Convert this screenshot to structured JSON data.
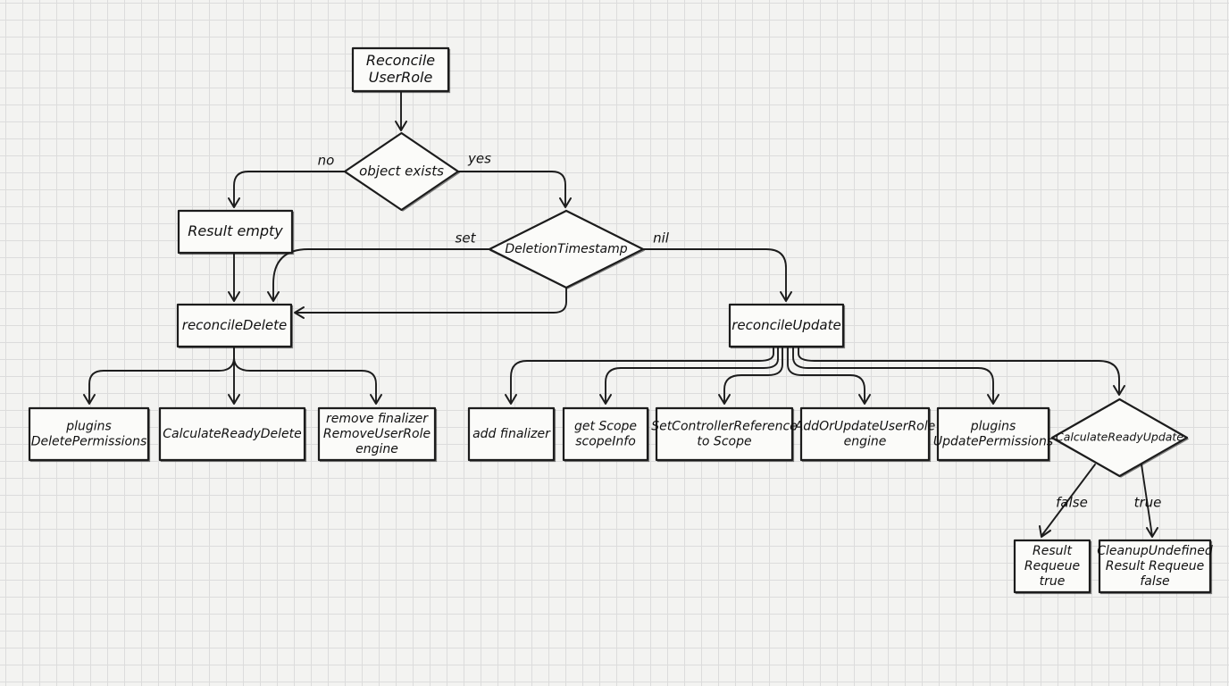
{
  "diagram": {
    "nodes": {
      "reconcile_userrole": {
        "lines": [
          "Reconcile",
          "UserRole"
        ]
      },
      "object_exists": {
        "lines": [
          "object exists"
        ]
      },
      "result_empty": {
        "lines": [
          "Result empty"
        ]
      },
      "deletion_timestamp": {
        "lines": [
          "DeletionTimestamp"
        ]
      },
      "reconcile_delete": {
        "lines": [
          "reconcileDelete"
        ]
      },
      "reconcile_update": {
        "lines": [
          "reconcileUpdate"
        ]
      },
      "plugins_delete_permissions": {
        "lines": [
          "plugins",
          "DeletePermissions"
        ]
      },
      "calculate_ready_delete": {
        "lines": [
          "CalculateReadyDelete"
        ]
      },
      "remove_finalizer": {
        "lines": [
          "remove finalizer",
          "RemoveUserRole",
          "engine"
        ]
      },
      "add_finalizer": {
        "lines": [
          "add finalizer"
        ]
      },
      "get_scope": {
        "lines": [
          "get Scope",
          "scopeInfo"
        ]
      },
      "set_controller_reference": {
        "lines": [
          "SetControllerReference",
          "to Scope"
        ]
      },
      "add_or_update_userrole": {
        "lines": [
          "AddOrUpdateUserRole",
          "engine"
        ]
      },
      "plugins_update_permissions": {
        "lines": [
          "plugins",
          "UpdatePermissions"
        ]
      },
      "calculate_ready_update": {
        "lines": [
          "CalculateReadyUpdate"
        ]
      },
      "result_requeue_true": {
        "lines": [
          "Result",
          "Requeue",
          "true"
        ]
      },
      "cleanup_undefined": {
        "lines": [
          "CleanupUndefined",
          "Result Requeue",
          "false"
        ]
      }
    },
    "edge_labels": {
      "no": "no",
      "yes": "yes",
      "set": "set",
      "nil": "nil",
      "false": "false",
      "true": "true"
    }
  }
}
